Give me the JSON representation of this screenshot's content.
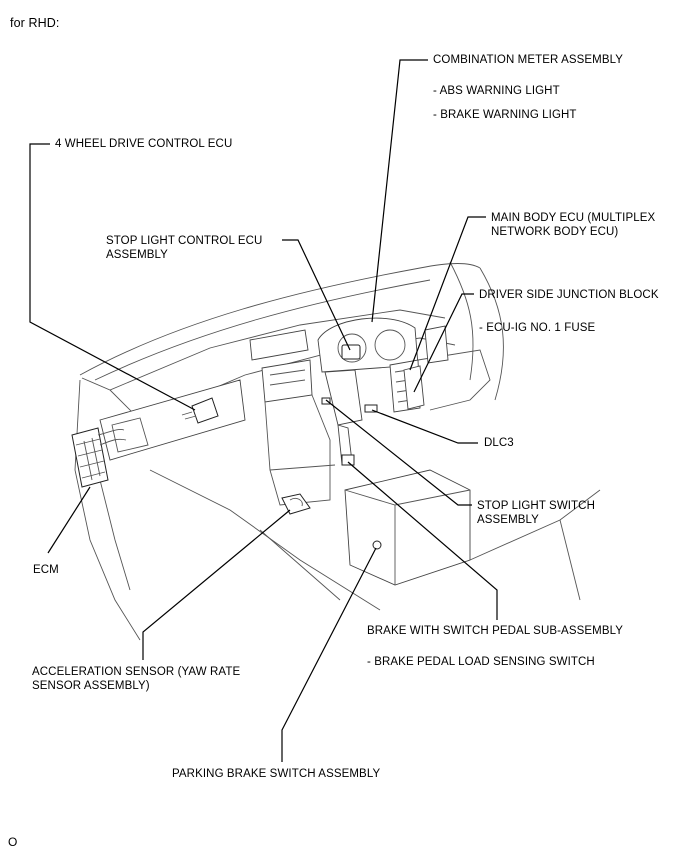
{
  "header": {
    "title": "for RHD:"
  },
  "labels": {
    "combination_meter": "COMBINATION METER ASSEMBLY",
    "abs_warning": "- ABS WARNING LIGHT",
    "brake_warning": "- BRAKE WARNING LIGHT",
    "four_wd_ecu": "4 WHEEL DRIVE CONTROL ECU",
    "main_body_ecu_1": "MAIN BODY ECU (MULTIPLEX",
    "main_body_ecu_2": "NETWORK BODY ECU)",
    "stop_light_ecu_1": "STOP LIGHT CONTROL ECU",
    "stop_light_ecu_2": "ASSEMBLY",
    "driver_jb": "DRIVER SIDE JUNCTION BLOCK",
    "ecu_ig_fuse": "- ECU-IG NO. 1 FUSE",
    "dlc3": "DLC3",
    "stop_light_switch_1": "STOP LIGHT SWITCH",
    "stop_light_switch_2": "ASSEMBLY",
    "ecm": "ECM",
    "brake_pedal": "BRAKE WITH SWITCH PEDAL SUB-ASSEMBLY",
    "brake_load_switch": "- BRAKE PEDAL LOAD SENSING SWITCH",
    "accel_sensor_1": "ACCELERATION SENSOR (YAW RATE",
    "accel_sensor_2": "SENSOR ASSEMBLY)",
    "parking_brake": "PARKING BRAKE SWITCH ASSEMBLY"
  },
  "footer": {
    "code": "O"
  }
}
